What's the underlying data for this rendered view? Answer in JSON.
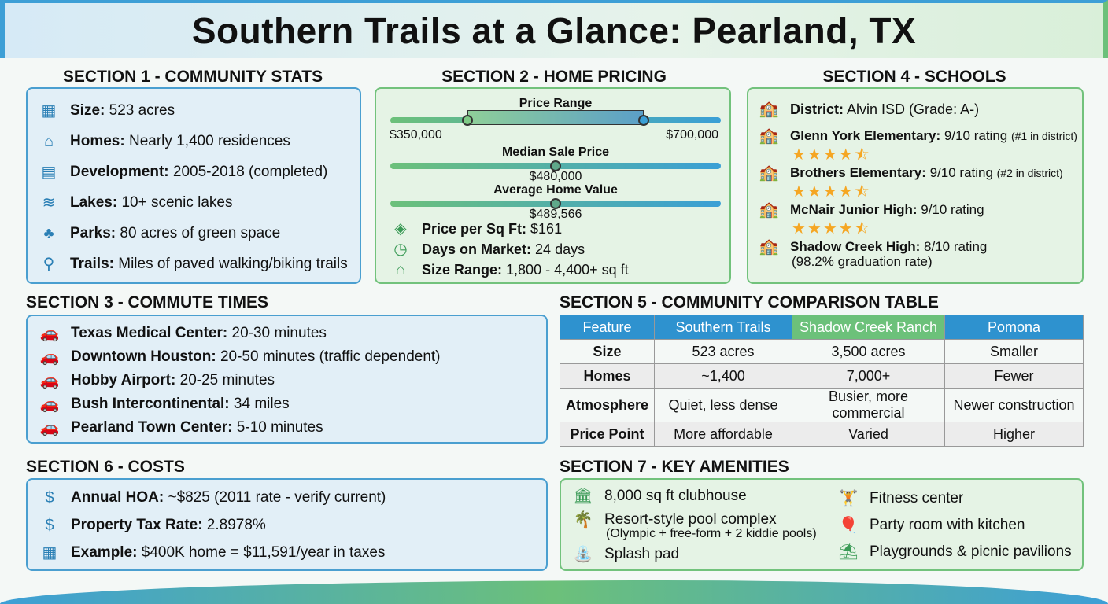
{
  "title": "Southern Trails at a Glance: Pearland, TX",
  "s1": {
    "heading": "SECTION 1 - COMMUNITY STATS",
    "items": [
      {
        "icon": "map-icon",
        "label": "Size:",
        "value": " 523 acres"
      },
      {
        "icon": "home-icon",
        "label": "Homes:",
        "value": " Nearly 1,400 residences"
      },
      {
        "icon": "calendar-icon",
        "label": "Development:",
        "value": " 2005-2018 (completed)"
      },
      {
        "icon": "lake-icon",
        "label": "Lakes:",
        "value": " 10+ scenic lakes"
      },
      {
        "icon": "tree-icon",
        "label": "Parks:",
        "value": " 80 acres of green space"
      },
      {
        "icon": "bike-icon",
        "label": "Trails:",
        "value": " Miles of paved walking/biking trails"
      }
    ]
  },
  "s2": {
    "heading": "SECTION 2 - HOME PRICING",
    "price_range": {
      "title": "Price Range",
      "min": "$350,000",
      "max": "$700,000"
    },
    "median": {
      "title": "Median Sale Price",
      "value": "$480,000"
    },
    "average": {
      "title": "Average Home Value",
      "value": "$489,566"
    },
    "items": [
      {
        "icon": "price-tag-icon",
        "label": "Price per Sq Ft:",
        "value": " $161"
      },
      {
        "icon": "clock-icon",
        "label": "Days on Market:",
        "value": " 24 days"
      },
      {
        "icon": "size-icon",
        "label": "Size Range:",
        "value": " 1,800 - 4,400+ sq ft"
      }
    ]
  },
  "s4": {
    "heading": "SECTION 4 - SCHOOLS",
    "items": [
      {
        "label": "District:",
        "value": " Alvin ISD (Grade: A-)",
        "note": ""
      },
      {
        "label": "Glenn York Elementary:",
        "value": " 9/10 rating ",
        "note": "(#1 in district)",
        "stars": 4.5
      },
      {
        "label": "Brothers Elementary:",
        "value": " 9/10 rating ",
        "note": "(#2 in district)",
        "stars": 4.5
      },
      {
        "label": "McNair Junior High:",
        "value": " 9/10 rating",
        "note": "",
        "stars": 4.5
      },
      {
        "label": "Shadow Creek High:",
        "value": " 8/10 rating",
        "note": "(98.2% graduation rate)"
      }
    ]
  },
  "s3": {
    "heading": "SECTION 3 - COMMUTE TIMES",
    "items": [
      {
        "label": "Texas Medical Center:",
        "value": " 20-30 minutes"
      },
      {
        "label": "Downtown Houston:",
        "value": " 20-50 minutes (traffic dependent)"
      },
      {
        "label": "Hobby Airport:",
        "value": " 20-25 minutes"
      },
      {
        "label": "Bush Intercontinental:",
        "value": " 34 miles"
      },
      {
        "label": "Pearland Town Center:",
        "value": " 5-10 minutes"
      }
    ]
  },
  "s5": {
    "heading": "SECTION 5 - COMMUNITY COMPARISON TABLE",
    "columns": [
      "Feature",
      "Southern Trails",
      "Shadow Creek Ranch",
      "Pomona"
    ],
    "rows": [
      [
        "Size",
        "523 acres",
        "3,500 acres",
        "Smaller"
      ],
      [
        "Homes",
        "~1,400",
        "7,000+",
        "Fewer"
      ],
      [
        "Atmosphere",
        "Quiet, less dense",
        "Busier, more commercial",
        "Newer construction"
      ],
      [
        "Price Point",
        "More affordable",
        "Varied",
        "Higher"
      ]
    ]
  },
  "s6": {
    "heading": "SECTION 6 - COSTS",
    "items": [
      {
        "label": "Annual HOA:",
        "value": " ~$825 (2011 rate - verify current)"
      },
      {
        "label": "Property Tax Rate:",
        "value": " 2.8978%"
      },
      {
        "label": "Example:",
        "value": " $400K home = $11,591/year in taxes"
      }
    ]
  },
  "s7": {
    "heading": "SECTION 7 - KEY AMENITIES",
    "left": [
      "8,000 sq ft clubhouse",
      "Resort-style pool complex",
      "Splash pad"
    ],
    "pool_note": "(Olympic + free-form + 2 kiddie pools)",
    "right": [
      "Fitness center",
      "Party room with kitchen",
      "Playgrounds & picnic pavilions"
    ]
  }
}
